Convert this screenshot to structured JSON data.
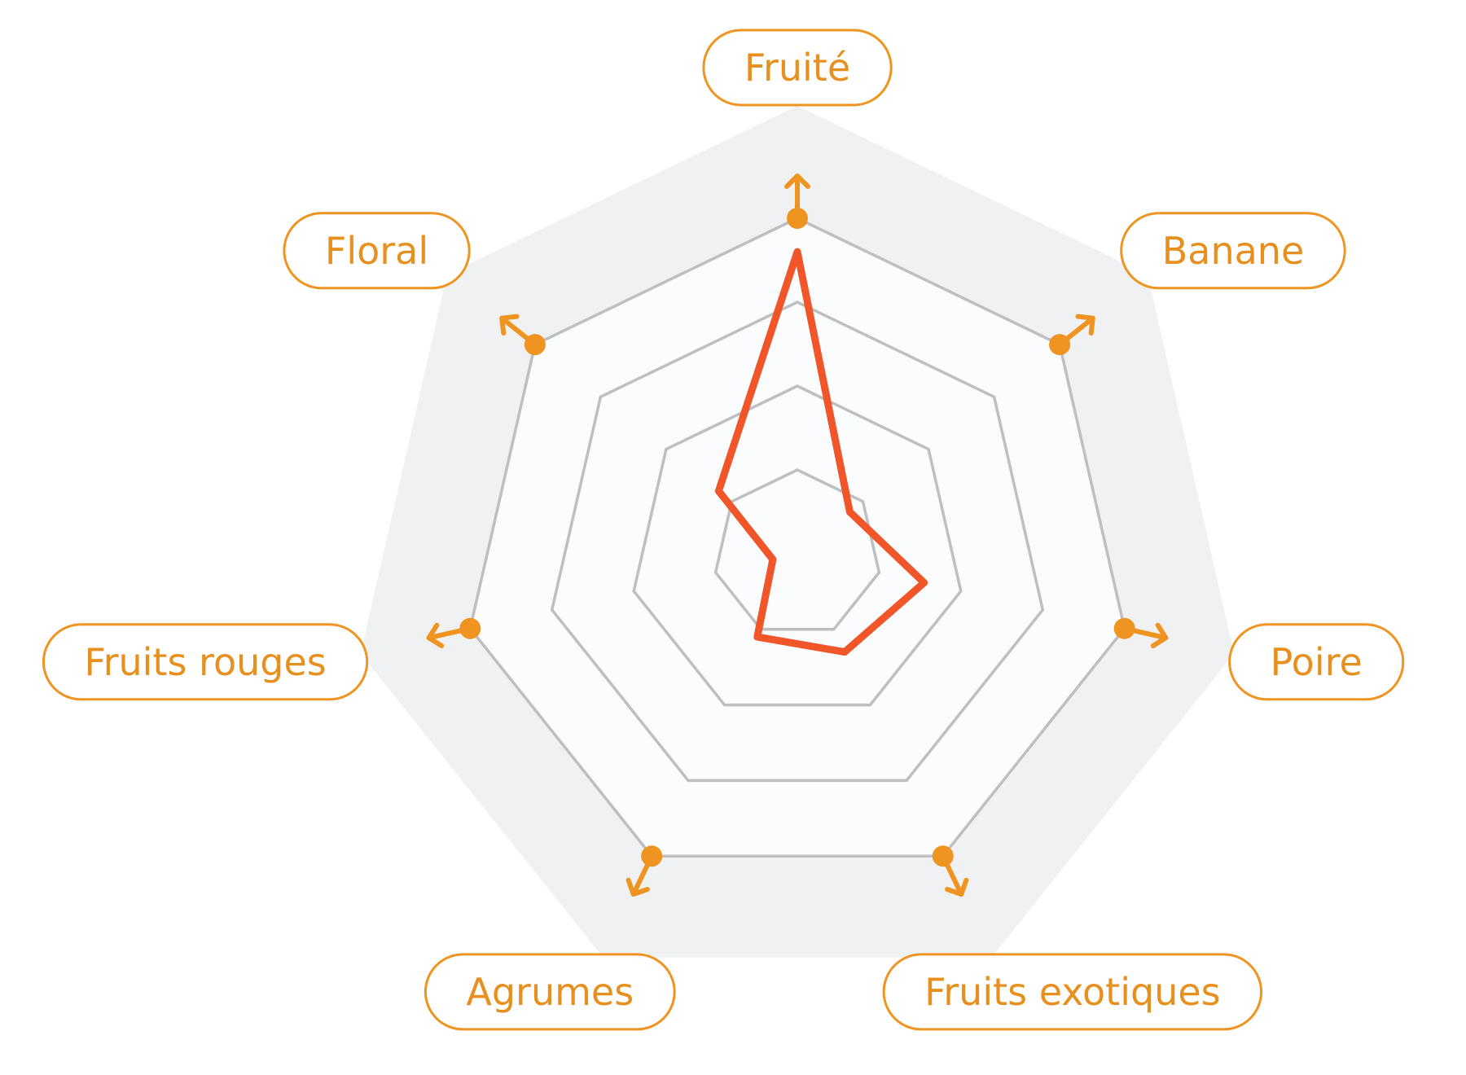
{
  "chart_data": {
    "type": "radar",
    "title": "",
    "axes": [
      "Fruité",
      "Banane",
      "Poire",
      "Fruits exotiques",
      "Agrumes",
      "Fruits rouges",
      "Floral"
    ],
    "levels": 4,
    "range": [
      0,
      4
    ],
    "grid": true,
    "series": [
      {
        "values": [
          3.6,
          0.8,
          1.55,
          1.3,
          1.1,
          0.3,
          1.2
        ]
      }
    ]
  },
  "colors": {
    "series_line": "#f0562a",
    "accent": "#ef9421",
    "label_text": "#e8901f",
    "label_border": "#ef9421",
    "grid_line": "#bdbfc3",
    "outer_band": "#f0f1f3",
    "inner_fill": "#fbfcfd"
  }
}
